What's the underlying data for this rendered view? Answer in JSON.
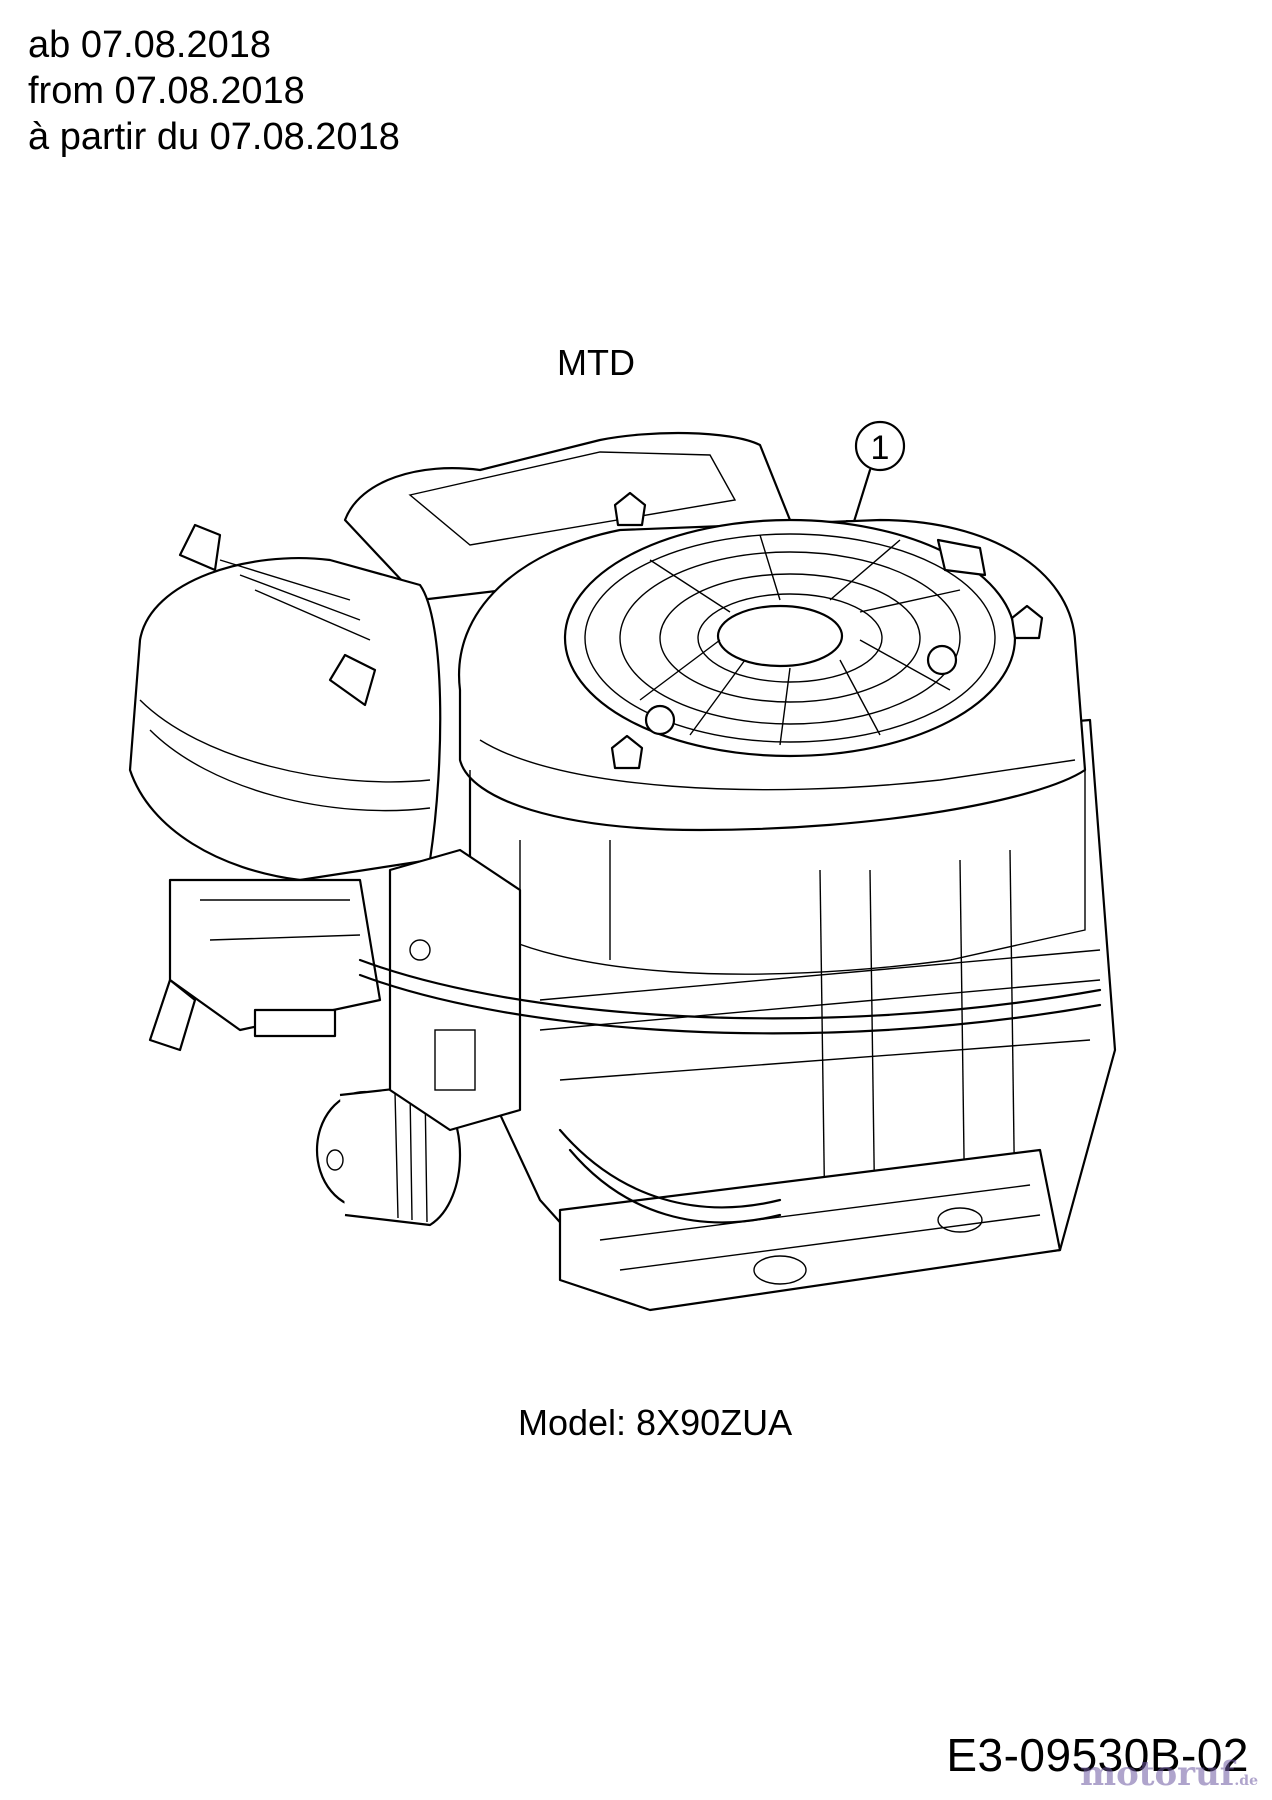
{
  "header": {
    "line_de": "ab 07.08.2018",
    "line_en": "from 07.08.2018",
    "line_fr": "à partir du 07.08.2018"
  },
  "brand": "MTD",
  "callout": {
    "number": "1"
  },
  "model_label": "Model: 8X90ZUA",
  "drawing_number": "E3-09530B-02",
  "watermark": {
    "text": "motoruf",
    "suffix": ".de",
    "color": "#6f5aa3"
  },
  "icons": [
    "engine-drawing",
    "callout-circle"
  ]
}
